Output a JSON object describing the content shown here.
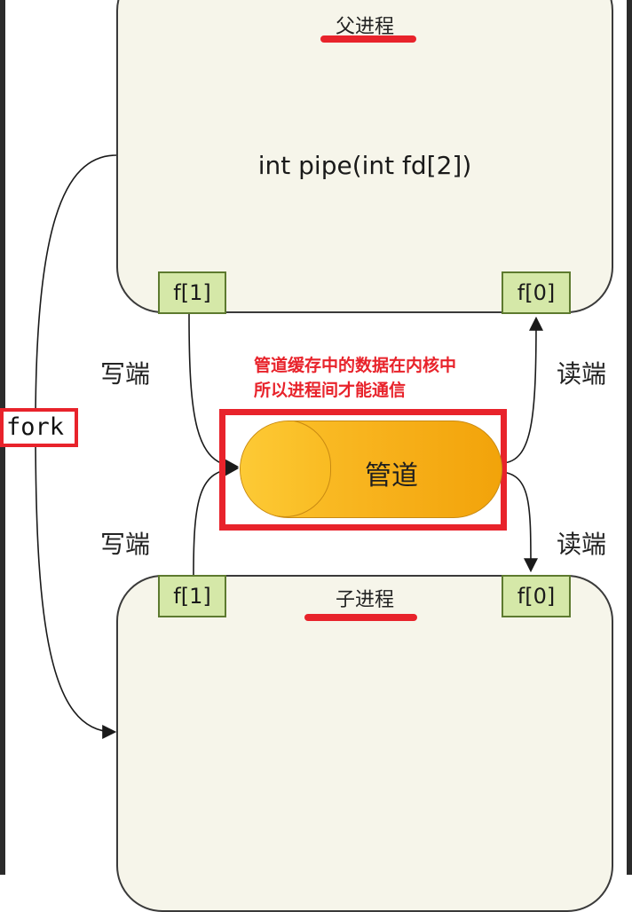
{
  "parent": {
    "title": "父进程",
    "function": "int pipe(int fd[2])",
    "fd_write": "f[1]",
    "fd_read": "f[0]"
  },
  "child": {
    "title": "子进程",
    "fd_write": "f[1]",
    "fd_read": "f[0]"
  },
  "labels": {
    "write_top": "写端",
    "read_top": "读端",
    "write_bottom": "写端",
    "read_bottom": "读端",
    "fork": "fork"
  },
  "pipe": {
    "label": "管道"
  },
  "note": {
    "line1": "管道缓存中的数据在内核中",
    "line2": "所以进程间才能通信"
  },
  "colors": {
    "highlight": "#e8232b",
    "process_fill": "#f6f5ea",
    "fd_fill": "#d5e8a8",
    "pipe_fill": "#f7b11b"
  }
}
